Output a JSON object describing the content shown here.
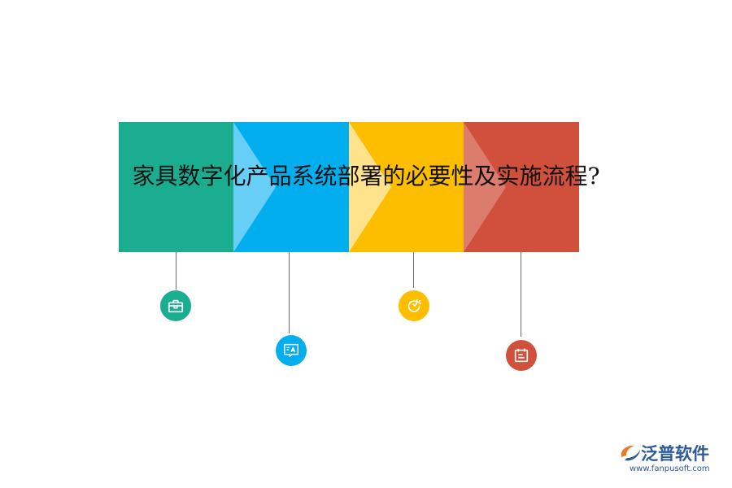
{
  "title": "家具数字化产品系统部署的必要性及实施流程?",
  "colors": {
    "green": "#1aad8f",
    "blue": "#03aeef",
    "yellow": "#fdbe00",
    "red": "#d0503c"
  },
  "steps": [
    {
      "color": "#1aad8f",
      "icon": "briefcase-icon"
    },
    {
      "color": "#03aeef",
      "icon": "translate-icon"
    },
    {
      "color": "#fdbe00",
      "icon": "refresh-icon"
    },
    {
      "color": "#d0503c",
      "icon": "calendar-icon"
    }
  ],
  "logo": {
    "name": "泛普软件",
    "url": "www.fanpusoft.com"
  }
}
